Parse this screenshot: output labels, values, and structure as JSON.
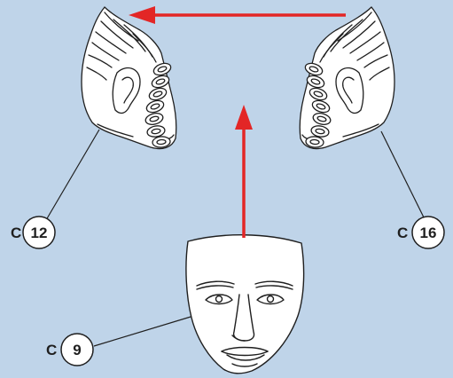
{
  "labels": {
    "left_head": {
      "prefix": "C",
      "number": "12"
    },
    "right_head": {
      "prefix": "C",
      "number": "16"
    },
    "mask": {
      "prefix": "C",
      "number": "9"
    }
  },
  "colors": {
    "background": "#bfd4e9",
    "arrow": "#e32626",
    "line": "#1f1f1f",
    "fill": "#ffffff"
  },
  "icons": {
    "left_head": "head-profile-left-icon",
    "right_head": "head-profile-right-icon",
    "mask": "face-mask-icon",
    "arrows": "red-arrow-icon"
  }
}
